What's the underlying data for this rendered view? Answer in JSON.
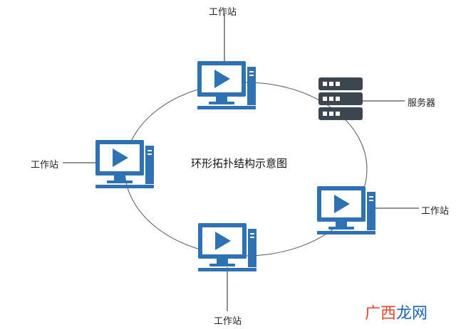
{
  "diagram": {
    "title": "环形拓扑结构示意图",
    "nodes": [
      {
        "id": "ws-top",
        "type": "workstation",
        "label": "工作站"
      },
      {
        "id": "server",
        "type": "server",
        "label": "服务器"
      },
      {
        "id": "ws-right",
        "type": "workstation",
        "label": "工作站"
      },
      {
        "id": "ws-bottom",
        "type": "workstation",
        "label": "工作站"
      },
      {
        "id": "ws-left",
        "type": "workstation",
        "label": "工作站"
      }
    ],
    "colors": {
      "workstation": "#2f72b4",
      "server": "#3c4650",
      "ring": "#555555",
      "watermark_a": "#e8442e",
      "watermark_b": "#1a63b0"
    }
  },
  "watermark": {
    "part1": "广西",
    "part2": "龙网"
  }
}
